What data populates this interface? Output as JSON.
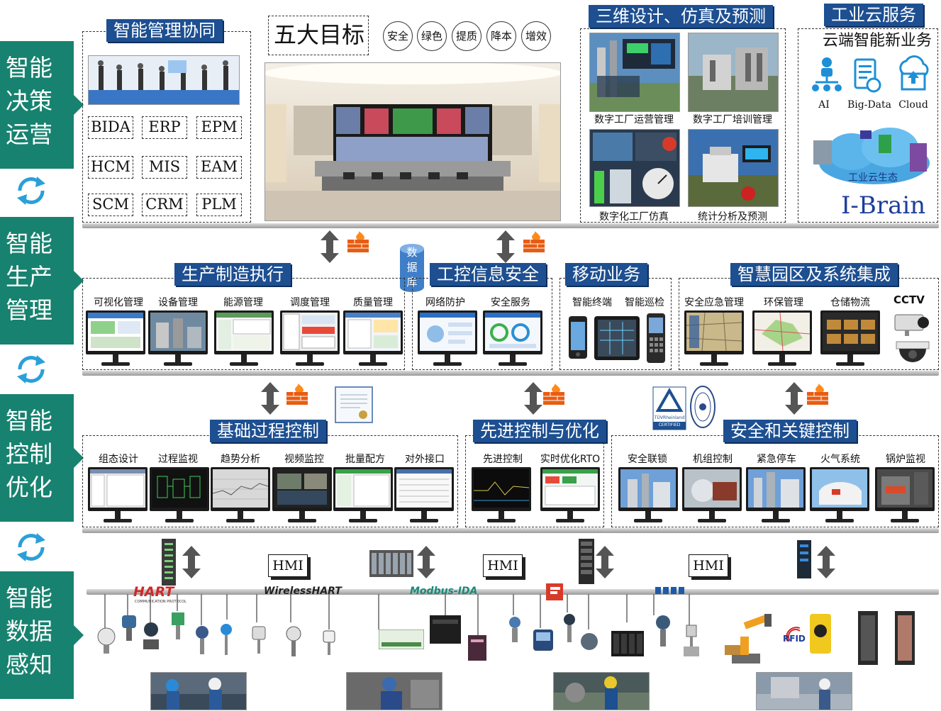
{
  "layers": [
    {
      "label": "智能决策运营",
      "lines": [
        "智能",
        "决策",
        "运营"
      ]
    },
    {
      "label": "智能生产管理",
      "lines": [
        "智能",
        "生产",
        "管理"
      ]
    },
    {
      "label": "智能控制优化",
      "lines": [
        "智能",
        "控制",
        "优化"
      ]
    },
    {
      "label": "智能数据感知",
      "lines": [
        "智能",
        "数据",
        "感知"
      ]
    }
  ],
  "decision": {
    "collab_title": "智能管理协同",
    "systems": [
      "BIDA",
      "ERP",
      "EPM",
      "HCM",
      "MIS",
      "EAM",
      "SCM",
      "CRM",
      "PLM"
    ],
    "goals_title": "五大目标",
    "goals": [
      "安全",
      "绿色",
      "提质",
      "降本",
      "增效"
    ],
    "design_title": "三维设计、仿真及预测",
    "design_items": [
      "数字工厂运营管理",
      "数字工厂培训管理",
      "数字化工厂仿真",
      "统计分析及预测"
    ],
    "cloud_title": "工业云服务",
    "cloud_subtitle": "云端智能新业务",
    "cloud_icons": [
      "AI",
      "Big-Data",
      "Cloud"
    ],
    "cloud_eco": "工业云生态",
    "brain": "I-Brain"
  },
  "production": {
    "db_label": [
      "数",
      "据",
      "库"
    ],
    "mes_title": "生产制造执行",
    "mes_items": [
      "可视化管理",
      "设备管理",
      "能源管理",
      "调度管理",
      "质量管理"
    ],
    "ics_title": "工控信息安全",
    "ics_items": [
      "网络防护",
      "安全服务"
    ],
    "mobile_title": "移动业务",
    "mobile_items": [
      "智能终端",
      "智能巡检"
    ],
    "park_title": "智慧园区及系统集成",
    "park_items": [
      "安全应急管理",
      "环保管理",
      "仓储物流"
    ],
    "cctv": "CCTV"
  },
  "control": {
    "basic_title": "基础过程控制",
    "basic_items": [
      "组态设计",
      "过程监视",
      "趋势分析",
      "视频监控",
      "批量配方",
      "对外接口"
    ],
    "apc_title": "先进控制与优化",
    "apc_items": [
      "先进控制",
      "实时优化RTO"
    ],
    "sis_title": "安全和关键控制",
    "sis_items": [
      "安全联锁",
      "机组控制",
      "紧急停车",
      "火气系统",
      "锅炉监视"
    ],
    "tuv_lines": [
      "TÜVRheinland",
      "CERTIFIED"
    ]
  },
  "sensing": {
    "hmi": "HMI",
    "protocols": [
      "HART",
      "WirelessHART",
      "Modbus-IDA"
    ],
    "hart_sub": "COMMUNICATION PROTOCOL",
    "rfid": "RFID"
  }
}
